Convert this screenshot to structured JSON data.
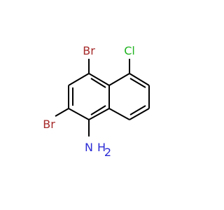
{
  "molecule": {
    "atoms": {
      "br_top": {
        "label": "Br",
        "color": "#a62929"
      },
      "cl": {
        "label": "Cl",
        "color": "#1fb41f"
      },
      "br_left": {
        "label": "Br",
        "color": "#a62929"
      },
      "amine_n": {
        "label": "N",
        "color": "#2b2bd6"
      },
      "amine_h": {
        "label": "H",
        "color": "#2b2bd6"
      }
    },
    "bond_color": "#000000"
  }
}
